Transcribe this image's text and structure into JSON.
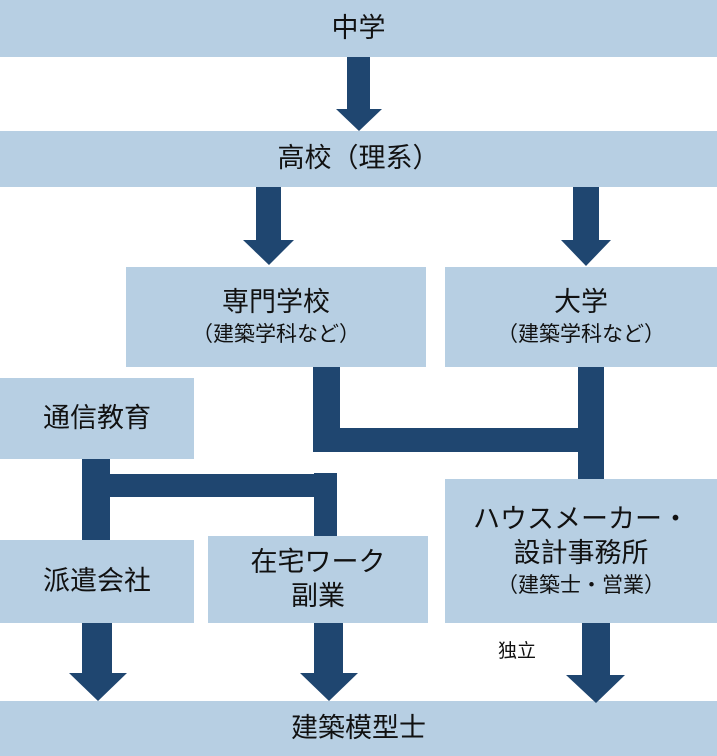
{
  "nodes": {
    "junior_high": {
      "title": "中学"
    },
    "high_school": {
      "title": "高校（理系）"
    },
    "vocational_school": {
      "title": "専門学校",
      "sub": "（建築学科など）"
    },
    "university": {
      "title": "大学",
      "sub": "（建築学科など）"
    },
    "correspondence": {
      "title": "通信教育"
    },
    "staffing_company": {
      "title": "派遣会社"
    },
    "remote_work": {
      "title": "在宅ワーク",
      "title2": "副業"
    },
    "house_maker": {
      "title": "ハウスメーカー・",
      "title2": "設計事務所",
      "sub": "（建築士・営業）"
    },
    "model_maker": {
      "title": "建築模型士"
    }
  },
  "edge_labels": {
    "independence": "独立"
  },
  "colors": {
    "box": "#b7cfe3",
    "connector": "#1f4670"
  }
}
